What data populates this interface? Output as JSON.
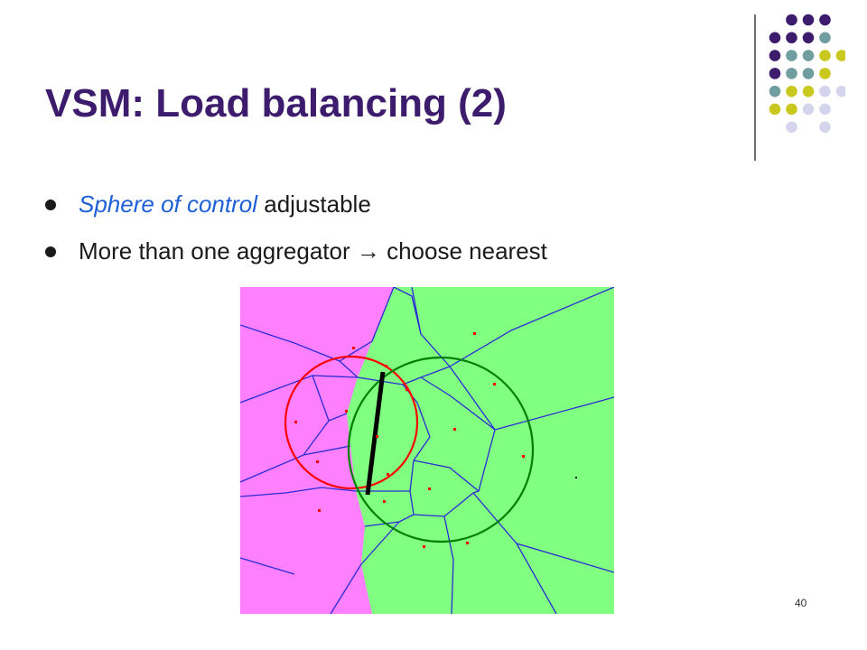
{
  "slide": {
    "title": "VSM: Load balancing (2)",
    "bullets": [
      {
        "emphasis": "Sphere of control",
        "rest": " adjustable"
      },
      {
        "emphasis": "",
        "rest": "More than one aggregator → choose nearest"
      }
    ],
    "page_number": "40"
  },
  "colors": {
    "title": "#3d1c6e",
    "emphasis": "#1f5fd6",
    "region_a": "#ff80ff",
    "region_b": "#80ff80",
    "voronoi_edges": "#2b2bd6",
    "sphere_a": "#ff0000",
    "sphere_b": "#008000",
    "nodes": "#ff0000",
    "divider_line": "#000000",
    "dot_palette": [
      "#3d1c6e",
      "#6f9da0",
      "#c8c81e",
      "#d4d4ec"
    ]
  }
}
